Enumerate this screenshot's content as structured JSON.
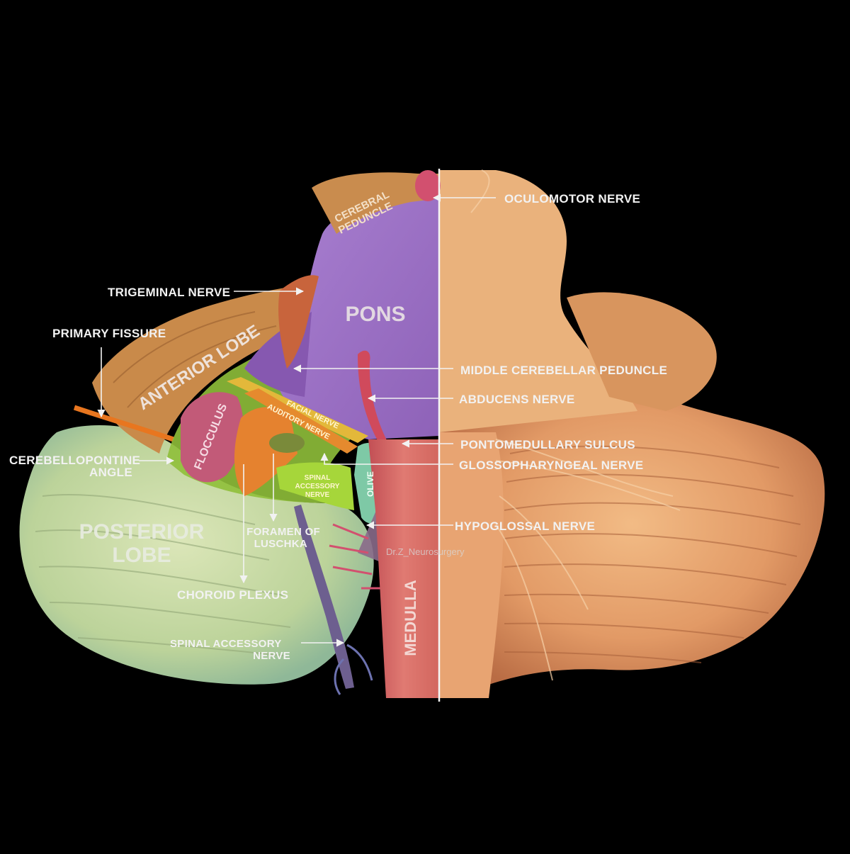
{
  "labels": {
    "oculomotor_nerve": "OCULOMOTOR NERVE",
    "trigeminal_nerve": "TRIGEMINAL NERVE",
    "primary_fissure": "PRIMARY FISSURE",
    "middle_cerebellar_peduncle": "MIDDLE CEREBELLAR PEDUNCLE",
    "abducens_nerve": "ABDUCENS NERVE",
    "pontomedullary_sulcus": "PONTOMEDULLARY SULCUS",
    "glossopharyngeal_nerve": "GLOSSOPHARYNGEAL NERVE",
    "cerebellopontine_angle_1": "CEREBELLOPONTINE",
    "cerebellopontine_angle_2": "ANGLE",
    "hypoglossal_nerve": "HYPOGLOSSAL NERVE",
    "foramen_of_luschka_1": "FORAMEN OF",
    "foramen_of_luschka_2": "LUSCHKA",
    "choroid_plexus": "CHOROID PLEXUS",
    "spinal_accessory_nerve_1": "SPINAL ACCESSORY",
    "spinal_accessory_nerve_2": "NERVE"
  },
  "regions": {
    "cerebral_peduncle_1": "CEREBRAL",
    "cerebral_peduncle_2": "PEDUNCLE",
    "pons": "PONS",
    "anterior_lobe": "ANTERIOR LOBE",
    "posterior_lobe_1": "POSTERIOR",
    "posterior_lobe_2": "LOBE",
    "flocculus": "FLOCCULUS",
    "facial_nerve": "FACIAL NERVE",
    "auditory_nerve": "AUDITORY NERVE",
    "spinal_accessory_inner_1": "SPINAL",
    "spinal_accessory_inner_2": "ACCESSORY",
    "spinal_accessory_inner_3": "NERVE",
    "olive": "OLIVE",
    "medulla": "MEDULLA"
  },
  "watermark": "Dr.Z_Neurosurgery",
  "colors": {
    "background": "#000000",
    "pons": "#9b6fc4",
    "cerebral_peduncle": "#c98c4e",
    "anterior_lobe": "#c98a4a",
    "posterior_lobe": "#c9d8a8",
    "flocculus": "#c25a78",
    "cerebellopontine_angle": "#8fbf3a",
    "facial_nerve": "#e3b83a",
    "auditory_nerve": "#e58a2e",
    "glossopharyngeal_area": "#a6d63a",
    "olive": "#7ec9a6",
    "medulla": "#d86a6a",
    "abducens_nerve": "#d04a5c",
    "oculomotor_nerve": "#d2506f",
    "trigeminal_nerve": "#c8643c",
    "real_specimen": "#e0a070"
  }
}
